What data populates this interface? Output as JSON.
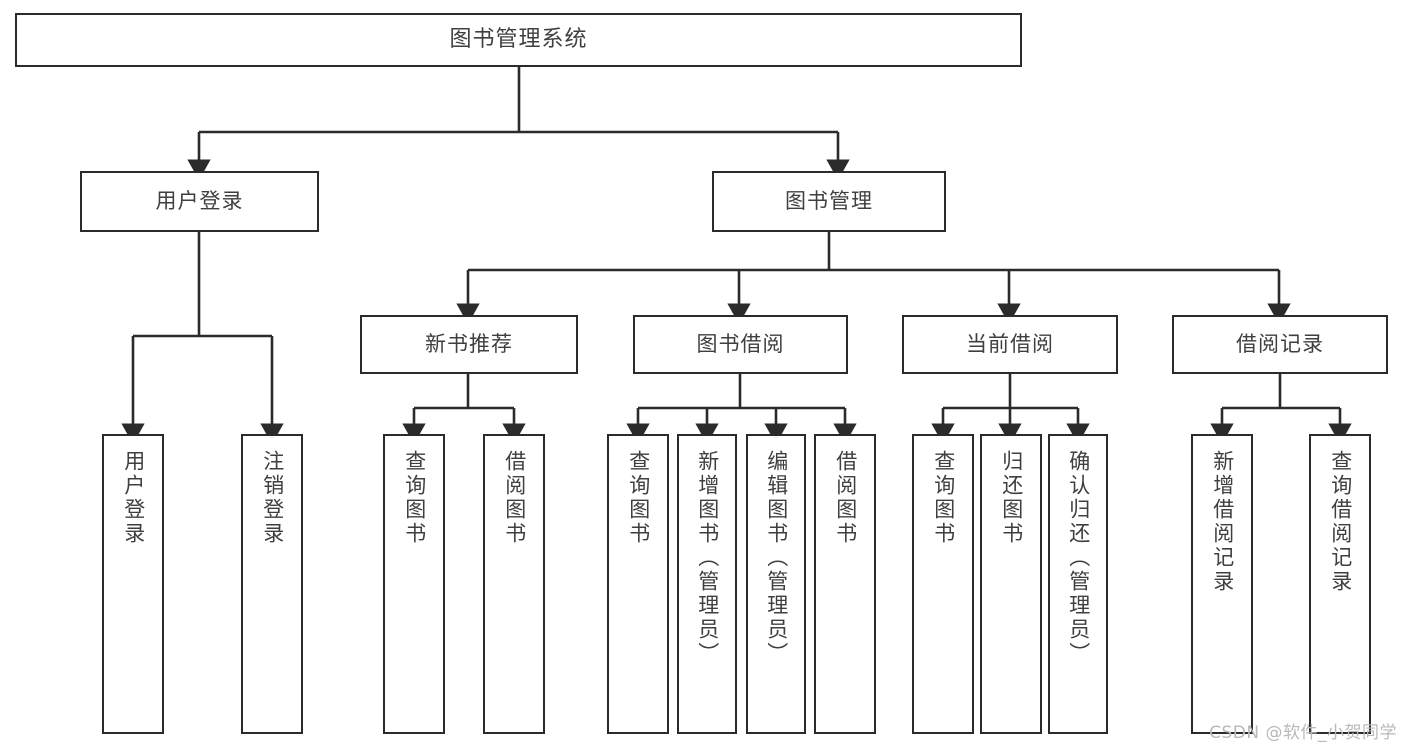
{
  "diagram": {
    "type": "tree-hierarchy",
    "title": "图书管理系统",
    "root": {
      "label": "图书管理系统"
    },
    "level2": [
      {
        "id": "user-login",
        "label": "用户登录"
      },
      {
        "id": "book-management",
        "label": "图书管理"
      }
    ],
    "level3": [
      {
        "id": "new-book-recommend",
        "label": "新书推荐"
      },
      {
        "id": "book-borrow",
        "label": "图书借阅"
      },
      {
        "id": "current-borrow",
        "label": "当前借阅"
      },
      {
        "id": "borrow-record",
        "label": "借阅记录"
      }
    ],
    "leaves": {
      "user_login": [
        {
          "id": "leaf-user-login",
          "label": "用户登录"
        },
        {
          "id": "leaf-user-logout",
          "label": "注销登录"
        }
      ],
      "new_book_recommend": [
        {
          "id": "leaf-query-book-1",
          "label": "查询图书"
        },
        {
          "id": "leaf-borrow-book-1",
          "label": "借阅图书"
        }
      ],
      "book_borrow": [
        {
          "id": "leaf-query-book-2",
          "label": "查询图书"
        },
        {
          "id": "leaf-add-book",
          "label": "新增图书（管理员）"
        },
        {
          "id": "leaf-edit-book",
          "label": "编辑图书（管理员）"
        },
        {
          "id": "leaf-borrow-book-2",
          "label": "借阅图书"
        }
      ],
      "current_borrow": [
        {
          "id": "leaf-query-book-3",
          "label": "查询图书"
        },
        {
          "id": "leaf-return-book",
          "label": "归还图书"
        },
        {
          "id": "leaf-confirm-return",
          "label": "确认归还（管理员）"
        }
      ],
      "borrow_record": [
        {
          "id": "leaf-add-record",
          "label": "新增借阅记录"
        },
        {
          "id": "leaf-query-record",
          "label": "查询借阅记录"
        }
      ]
    }
  },
  "watermark": {
    "text": "CSDN @软件_小贺同学"
  },
  "colors": {
    "background": "#ffffff",
    "box_border": "#2b2b2b",
    "box_fill": "#ffffff",
    "text": "#3f3f3f",
    "connector": "#2b2b2b",
    "watermark": "#b9b9b9"
  }
}
